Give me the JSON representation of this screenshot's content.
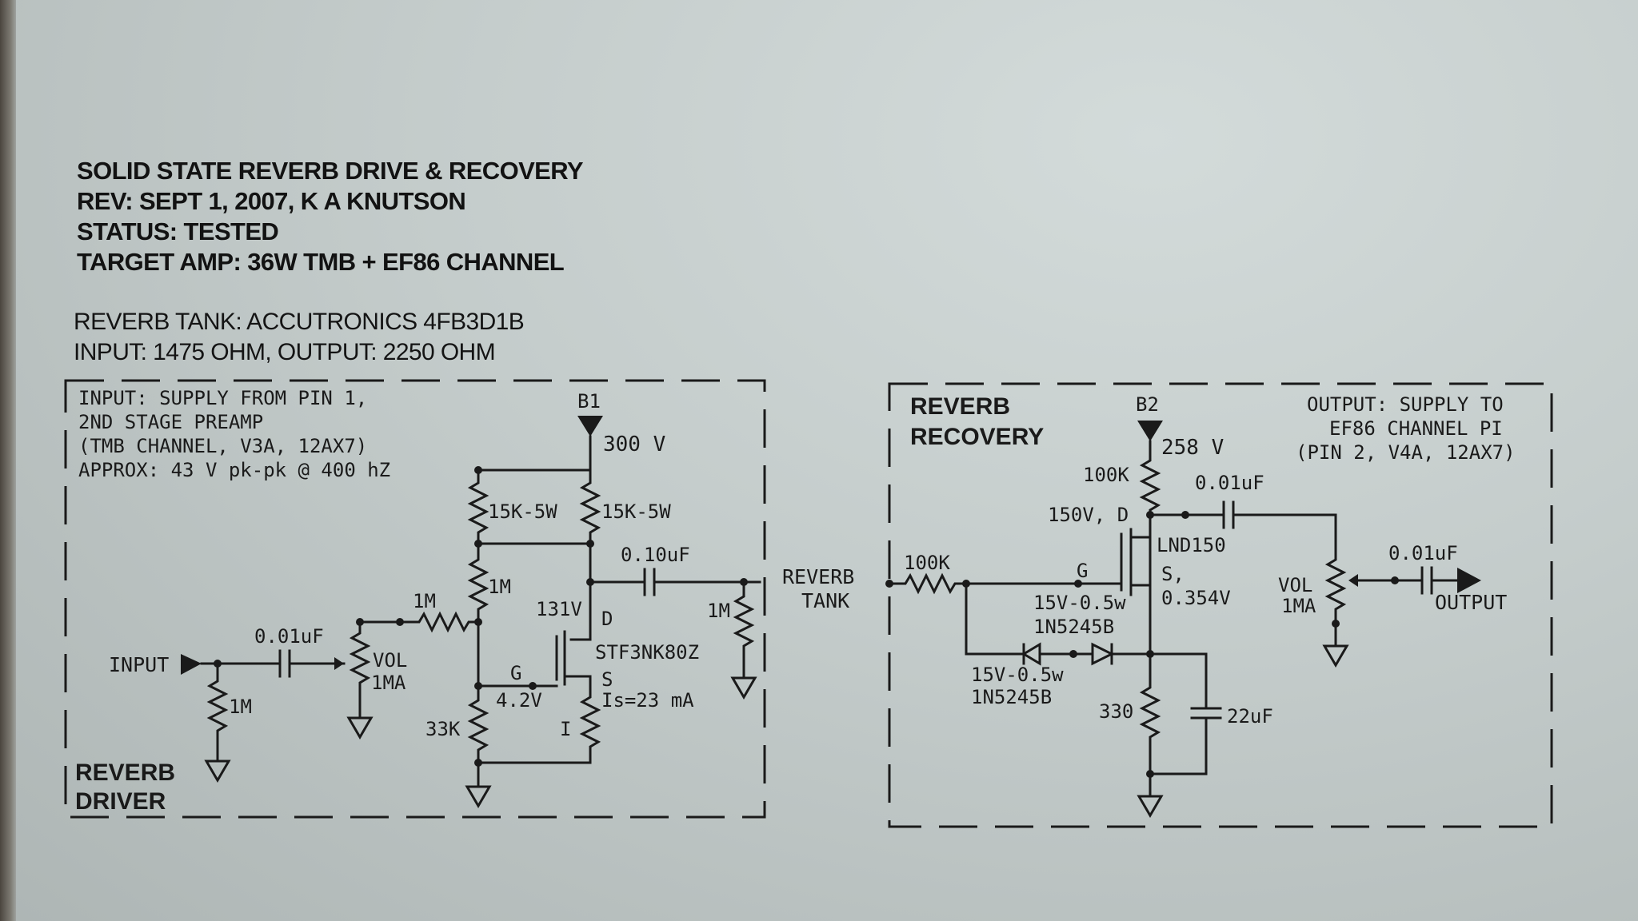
{
  "header": {
    "line1": "SOLID STATE REVERB DRIVE & RECOVERY",
    "line2": "REV: SEPT 1, 2007, K A KNUTSON",
    "line3": "STATUS: TESTED",
    "line4": "TARGET AMP: 36W TMB + EF86 CHANNEL",
    "tank": "REVERB TANK: ACCUTRONICS 4FB3D1B",
    "impedance": "INPUT: 1475 OHM, OUTPUT: 2250 OHM"
  },
  "driver": {
    "note1": "INPUT: SUPPLY FROM PIN 1,",
    "note2": "2ND STAGE PREAMP",
    "note3": "(TMB CHANNEL, V3A, 12AX7)",
    "note4": "APPROX: 43 V pk-pk @ 400 hZ",
    "title1": "REVERB",
    "title2": "DRIVER",
    "input_label": "INPUT",
    "r_in": "1M",
    "c_in": "0.01uF",
    "vol": "VOL",
    "vol_val": "1MA",
    "r_series": "1M",
    "b1": "B1",
    "v300": "300 V",
    "r_15k_a": "15K-5W",
    "r_15k_b": "15K-5W",
    "r_1m_bias": "1M",
    "r_33k": "33K",
    "gate_label": "G",
    "gate_v": "4.2V",
    "drain_v": "131V",
    "drain_label": "D",
    "source_label": "S",
    "is_label": "Is=23 mA",
    "i_label": "I",
    "mosfet": "STF3NK80Z",
    "c_out": "0.10uF",
    "r_out": "1M"
  },
  "tank": {
    "line1": "REVERB",
    "line2": "TANK"
  },
  "recovery": {
    "title1": "REVERB",
    "title2": "RECOVERY",
    "b2": "B2",
    "v258": "258 V",
    "r_100k_d": "100K",
    "drain_v": "150V, D",
    "c_001": "0.01uF",
    "mosfet": "LND150",
    "gate": "G",
    "source": "S,",
    "source_v": "0.354V",
    "r_100k_in": "100K",
    "zener_a1": "15V-0.5w",
    "zener_a2": "1N5245B",
    "zener_b1": "15V-0.5w",
    "zener_b2": "1N5245B",
    "r_330": "330",
    "c_22": "22uF",
    "out1": "OUTPUT: SUPPLY TO",
    "out2": "EF86 CHANNEL PI",
    "out3": "(PIN 2, V4A, 12AX7)",
    "vol": "VOL",
    "vol_val": "1MA",
    "c_out": "0.01uF",
    "output_label": "OUTPUT"
  }
}
